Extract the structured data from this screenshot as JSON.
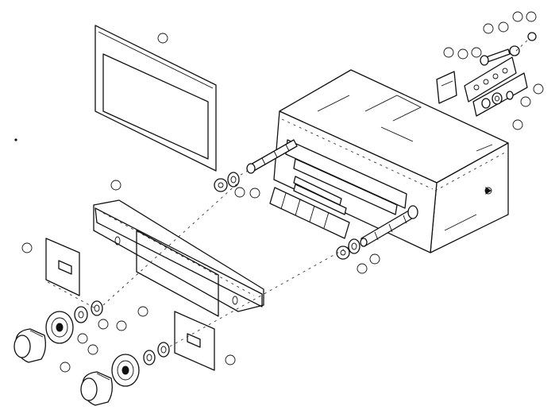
{
  "diagram": {
    "callouts": [
      {
        "id": "callout-1",
        "text": ""
      },
      {
        "id": "callout-2",
        "text": ""
      },
      {
        "id": "callout-3",
        "text": ""
      },
      {
        "id": "callout-4",
        "text": ""
      },
      {
        "id": "callout-5",
        "text": ""
      },
      {
        "id": "callout-6",
        "text": ""
      },
      {
        "id": "callout-7",
        "text": ""
      },
      {
        "id": "callout-8",
        "text": ""
      },
      {
        "id": "callout-9",
        "text": ""
      },
      {
        "id": "callout-10",
        "text": ""
      },
      {
        "id": "callout-11",
        "text": ""
      },
      {
        "id": "callout-12",
        "text": ""
      },
      {
        "id": "callout-13",
        "text": ""
      },
      {
        "id": "callout-14",
        "text": ""
      },
      {
        "id": "callout-15",
        "text": ""
      },
      {
        "id": "callout-16",
        "text": ""
      },
      {
        "id": "callout-17",
        "text": ""
      },
      {
        "id": "callout-18",
        "text": ""
      },
      {
        "id": "callout-19",
        "text": ""
      },
      {
        "id": "callout-20",
        "text": ""
      },
      {
        "id": "callout-21",
        "text": ""
      },
      {
        "id": "callout-22",
        "text": ""
      },
      {
        "id": "callout-23",
        "text": ""
      },
      {
        "id": "callout-24",
        "text": ""
      }
    ],
    "colors": {
      "line": "#111111",
      "background": "#ffffff"
    }
  }
}
